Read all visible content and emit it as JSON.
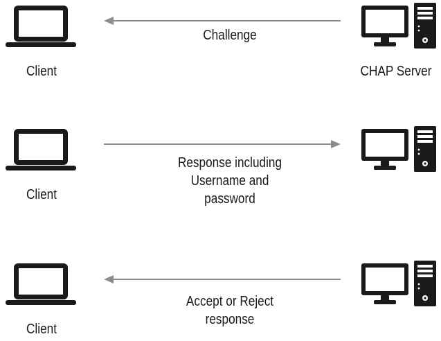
{
  "rows": [
    {
      "client_label": "Client",
      "server_label": "CHAP Server",
      "direction": "to-client",
      "message_lines": [
        "Challenge"
      ]
    },
    {
      "client_label": "Client",
      "server_label": "",
      "direction": "to-server",
      "message_lines": [
        "Response including",
        "Username and",
        "password"
      ]
    },
    {
      "client_label": "Client",
      "server_label": "",
      "direction": "to-client",
      "message_lines": [
        "Accept or Reject",
        "response"
      ]
    }
  ],
  "icons": {
    "client": "laptop-icon",
    "server": "desktop-tower-icon"
  },
  "colors": {
    "icon": "#1a1a1a",
    "arrow": "#8c8c8c"
  }
}
